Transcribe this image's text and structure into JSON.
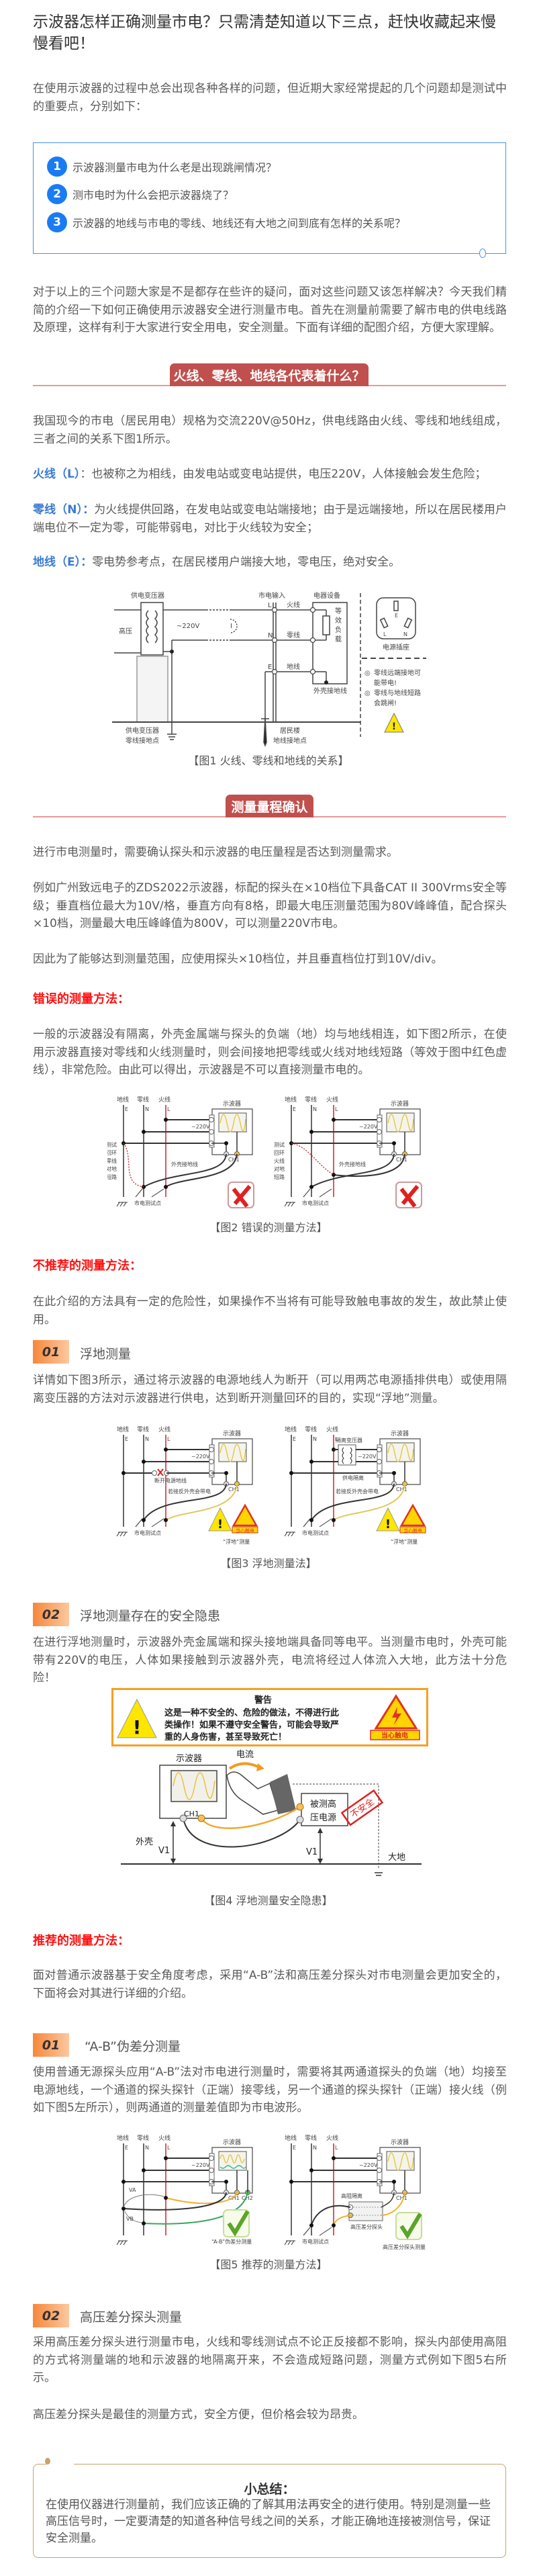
{
  "title": "示波器怎样正确测量市电？只需清楚知道以下三点，赶快收藏起来慢慢看吧！",
  "intro": "在使用示波器的过程中总会出现各种各样的问题，但近期大家经常提起的几个问题却是测试中的重要点，分别如下：",
  "questions": [
    {
      "num": "1",
      "text": "示波器测量市电为什么老是出现跳闸情况？"
    },
    {
      "num": "2",
      "text": "测市电时为什么会把示波器烧了？"
    },
    {
      "num": "3",
      "text": "示波器的地线与市电的零线、地线还有大地之间到底有怎样的关系呢？"
    }
  ],
  "overview": "对于以上的三个问题大家是不是都存在些许的疑问，面对这些问题又该怎样解决？今天我们精简的介绍一下如何正确使用示波器安全进行测量市电。首先在测量前需要了解市电的供电线路及原理，这样有利于大家进行安全用电，安全测量。下面有详细的配图介绍，方便大家理解。",
  "section1": {
    "heading": "火线、零线、地线各代表着什么？",
    "intro": "我国现今的市电（居民用电）规格为交流220V@50Hz，供电线路由火线、零线和地线组成，三者之间的关系下图1所示。",
    "defs": [
      {
        "label": "火线（L）",
        "text": "：也被称之为相线，由发电站或变电站提供，电压220V，人体接触会发生危险；"
      },
      {
        "label": "零线（N）：",
        "text": "为火线提供回路，在发电站或变电站端接地；由于是远端接地，所以在居民楼用户端电位不一定为零，可能带弱电，对比于火线较为安全；"
      },
      {
        "label": "地线（E）：",
        "text": "零电势参考点，在居民楼用户端接大地，零电压，绝对安全。"
      }
    ]
  },
  "wiring": {
    "earth": "地线",
    "neutral": "零线",
    "live": "火线",
    "E": "E",
    "N": "N",
    "L": "L",
    "scope": "示波器",
    "v220": "~220V",
    "ch1": "CH1",
    "ch2": "CH2",
    "testpoint": "市电测试点"
  },
  "fig1": {
    "transformer": "供电变压器",
    "hv": "高压",
    "v220": "~220V",
    "current": "I",
    "mains_in": "市电输入",
    "device": "电器设备",
    "live": "火线",
    "neutral": "零线",
    "earth": "地线",
    "load": [
      "等",
      "效",
      "负",
      "载"
    ],
    "case_ground": "外壳接地线",
    "socket": "电源插座",
    "note1": [
      "零线远端接地可",
      "能带电!"
    ],
    "note2": [
      "零线与地线短路",
      "会跳闸!"
    ],
    "tx_ground": [
      "供电变压器",
      "零线接地点"
    ],
    "bld_ground": [
      "居民楼",
      "地线接地点"
    ],
    "caption": "【图1 火线、零线和地线的关系】"
  },
  "section2": {
    "heading": "测量量程确认",
    "p1": "进行市电测量时，需要确认探头和示波器的电压量程是否达到测量需求。",
    "p2": "例如广州致远电子的ZDS2022示波器，标配的探头在×10档位下具备CAT II 300Vrms安全等级；垂直档位最大为10V/格，垂直方向有8格，即最大电压测量范围为80V峰峰值，配合探头×10档，测量最大电压峰峰值为800V，可以测量220V市电。",
    "p3": "因此为了能够达到测量范围，应使用探头×10档位，并且垂直档位打到10V/div。"
  },
  "wrong": {
    "heading": "错误的测量方法：",
    "text": "一般的示波器没有隔离，外壳金属端与探头的负端（地）均与地线相连，如下图2所示，在使用示波器直接对零线和火线测量时，则会间接地把零线或火线对地线短路（等效于图中红色虚线），非常危险。由此可以得出，示波器是不可以直接测量市电的。"
  },
  "fig2": {
    "left_note": [
      "测试",
      "回环",
      "零线",
      "对地",
      "短路"
    ],
    "right_note": [
      "测试",
      "回环",
      "火线",
      "对地",
      "短路"
    ],
    "case_ground": "外壳接地线",
    "caption": "【图2 错误的测量方法】"
  },
  "notrec": {
    "heading": "不推荐的测量方法：",
    "text": "在此介绍的方法具有一定的危险性，如果操作不当将有可能导致触电事故的发生，故此禁止使用。",
    "m1": {
      "num": "01",
      "title": "浮地测量",
      "text": "详情如下图3所示，通过将示波器的电源地线人为断开（可以用两芯电源插排供电）或使用隔离变压器的方法对示波器进行供电，达到断开测量回环的目的，实现“浮地”测量。"
    },
    "m2": {
      "num": "02",
      "title": "浮地测量存在的安全隐患",
      "text": "在进行浮地测量时，示波器外壳金属端和探头接地端具备同等电平。当测量市电时，外壳可能带有220V的电压，人体如果接触到示波器外壳，电流将经过人体流入大地，此方法十分危险！"
    }
  },
  "fig3": {
    "break": "断开电源地线",
    "reverse": "若接反外壳会带电",
    "iso_tx": "隔离变压器",
    "iso": "供电隔离",
    "floating": "“浮地”测量",
    "shock": "当心触电",
    "caption": "【图3 浮地测量法】"
  },
  "fig4": {
    "warn_title": "警告",
    "warn_lines": [
      "这是一种不安全的、危险的做法，不得进行此",
      "类操作！如果不遵守安全警告，可能会导致严",
      "重的人身伤害，甚至导致死亡！"
    ],
    "shock": "当心触电",
    "scope": "示波器",
    "current": "电流",
    "ch1": "CH1",
    "case": "外壳",
    "v1": "V1",
    "source": [
      "被测高",
      "压电源"
    ],
    "unsafe": "不安全",
    "earth": "大地",
    "caption": "【图4 浮地测量安全隐患】"
  },
  "rec": {
    "heading": "推荐的测量方法：",
    "text": "面对普通示波器基于安全角度考虑，采用“A-B”法和高压差分探头对市电测量会更加安全的，下面将会对其进行详细的介绍。",
    "m1": {
      "num": "01",
      "title": "“A-B”伪差分测量",
      "text": "使用普通无源探头应用“A-B”法对市电进行测量时，需要将其两通道探头的负端（地）均接至电源地线，一个通道的探头探针（正端）接零线，另一个通道的探头探针（正端）接火线（例如下图5左所示），则两通道的测量差值即为市电波形。"
    },
    "m2": {
      "num": "02",
      "title": "高压差分探头测量",
      "text": "采用高压差分探头进行测量市电，火线和零线测试点不论正反接都不影响，探头内部使用高阻的方式将测量端的地和示波器的地隔离开来，不会造成短路问题，测量方式例如下图5右所示。",
      "text2": "高压差分探头是最佳的测量方式，安全方便，但价格会较为昂贵。"
    }
  },
  "fig5": {
    "va": "VA",
    "vb": "VB",
    "ab": "“A-B”伪差分测量",
    "hiz": "高阻隔离",
    "probe": "高压差分探头",
    "probe_meas": "高压差分探头测量",
    "caption": "【图5 推荐的测量方法】"
  },
  "summary": {
    "title": "小总结：",
    "text": "在使用仪器进行测量前，我们应该正确的了解其用法再安全的进行使用。特别是测量一些高压信号时，一定要清楚的知道各种信号线之间的关系，才能正确地连接被测信号，保证安全测量。"
  },
  "colors": {
    "accent_blue": "#1a7cf2",
    "section_red": "#c0504d",
    "warning_red": "#ff1010",
    "label_blue": "#3b7bcf",
    "orange": "#f7873a",
    "gold": "#c8a46a"
  }
}
